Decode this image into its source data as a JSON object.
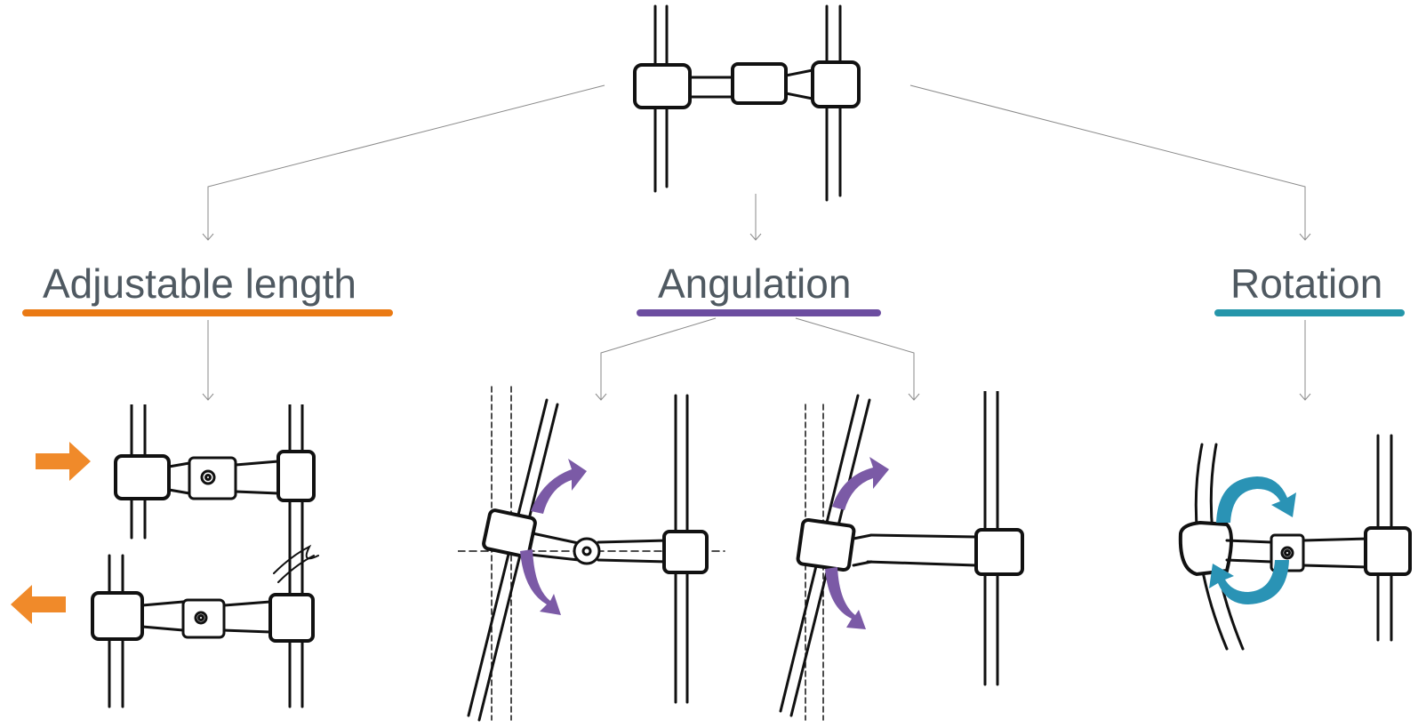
{
  "categories": [
    {
      "label": "Adjustable length",
      "color": "#ea7a14",
      "icon": "horizontal-arrows-icon"
    },
    {
      "label": "Angulation",
      "color": "#6c4da0",
      "icon": "curved-arrows-icon"
    },
    {
      "label": "Rotation",
      "color": "#2596aa",
      "icon": "circular-arrows-icon"
    }
  ],
  "colors": {
    "connector_line": "#8a8a8a",
    "sketch_stroke": "#111111",
    "orange_arrow": "#f08a2a",
    "purple_arrow": "#7b5aa6",
    "teal_arrow": "#2a93b5"
  }
}
